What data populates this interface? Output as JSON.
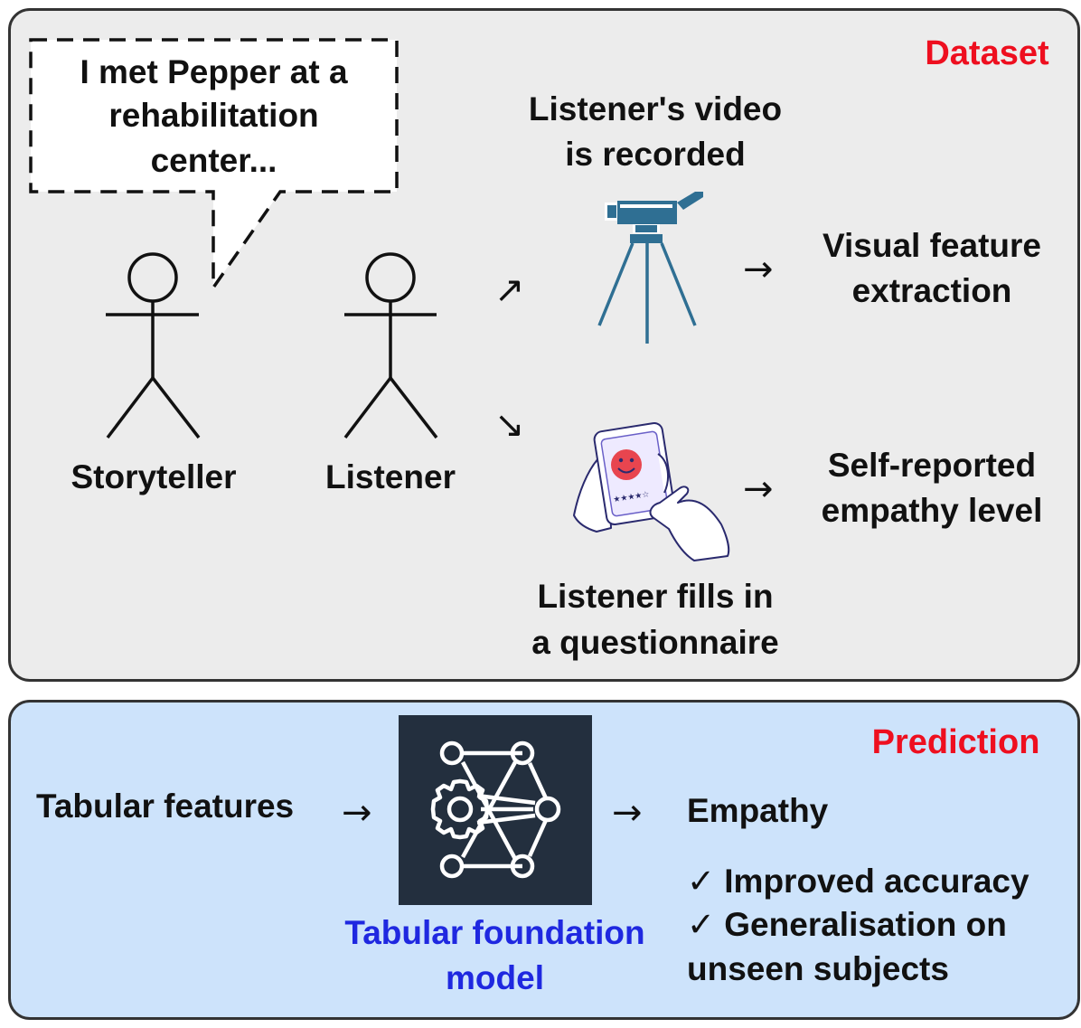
{
  "dataset": {
    "title": "Dataset",
    "speech": [
      "I met Pepper at a",
      "rehabilitation",
      "center..."
    ],
    "storyteller_label": "Storyteller",
    "listener_label": "Listener",
    "video_caption": [
      "Listener's video",
      "is recorded"
    ],
    "visual_feature": [
      "Visual feature",
      "extraction"
    ],
    "questionnaire_caption": [
      "Listener fills in",
      "a questionnaire"
    ],
    "self_report": [
      "Self-reported",
      "empathy level"
    ]
  },
  "prediction": {
    "title": "Prediction",
    "input_label": "Tabular features",
    "model_label": [
      "Tabular foundation",
      "model"
    ],
    "output_label": "Empathy",
    "benefits": [
      "✓ Improved accuracy",
      "✓ Generalisation on",
      "unseen subjects"
    ]
  },
  "icons": {
    "arrow_right": "→",
    "arrow_up_right": "↗",
    "arrow_down_right": "↘"
  },
  "colors": {
    "dataset_bg": "#ececec",
    "prediction_bg": "#cde3fb",
    "title_red": "#ee0f1f",
    "model_label_blue": "#1f28e0",
    "camera_blue": "#2f6f93",
    "model_bg": "#232f3e"
  }
}
